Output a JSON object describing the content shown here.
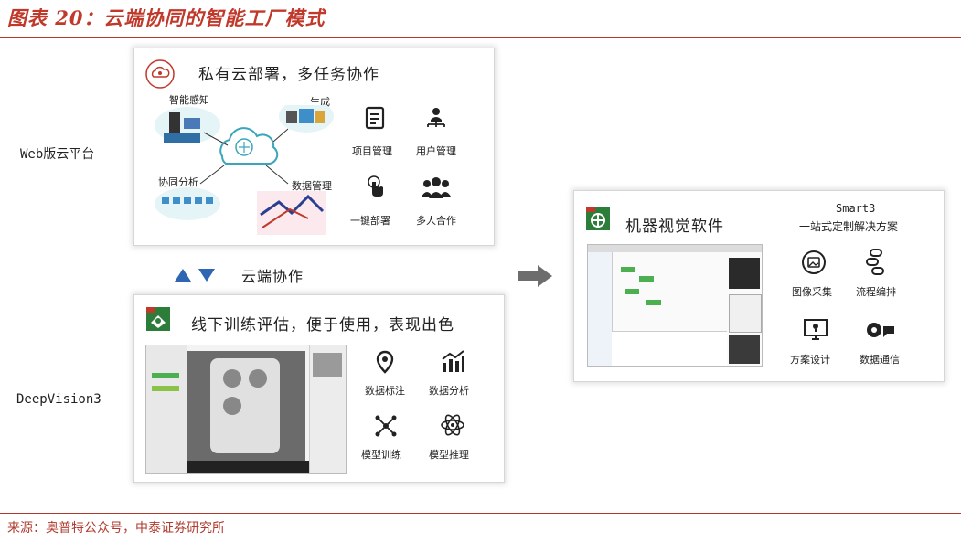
{
  "title": "图表 20：云端协同的智能工厂模式",
  "source": "来源：奥普特公众号，中泰证券研究所",
  "left_labels": {
    "web": "Web版云平台",
    "deepvision": "DeepVision3"
  },
  "web_panel": {
    "heading": "私有云部署，多任务协作",
    "diagram_labels": [
      "智能感知",
      "生成",
      "协同分析",
      "数据管理"
    ],
    "features": [
      "项目管理",
      "用户管理",
      "一键部署",
      "多人合作"
    ]
  },
  "middle": {
    "label": "云端协作"
  },
  "deepvision_panel": {
    "heading": "线下训练评估，便于使用，表现出色",
    "features": [
      "数据标注",
      "数据分析",
      "模型训练",
      "模型推理"
    ]
  },
  "mv_panel": {
    "heading": "机器视觉软件",
    "sub1": "Smart3",
    "sub2": "一站式定制解决方案",
    "features": [
      "图像采集",
      "流程编排",
      "方案设计",
      "数据通信"
    ]
  }
}
